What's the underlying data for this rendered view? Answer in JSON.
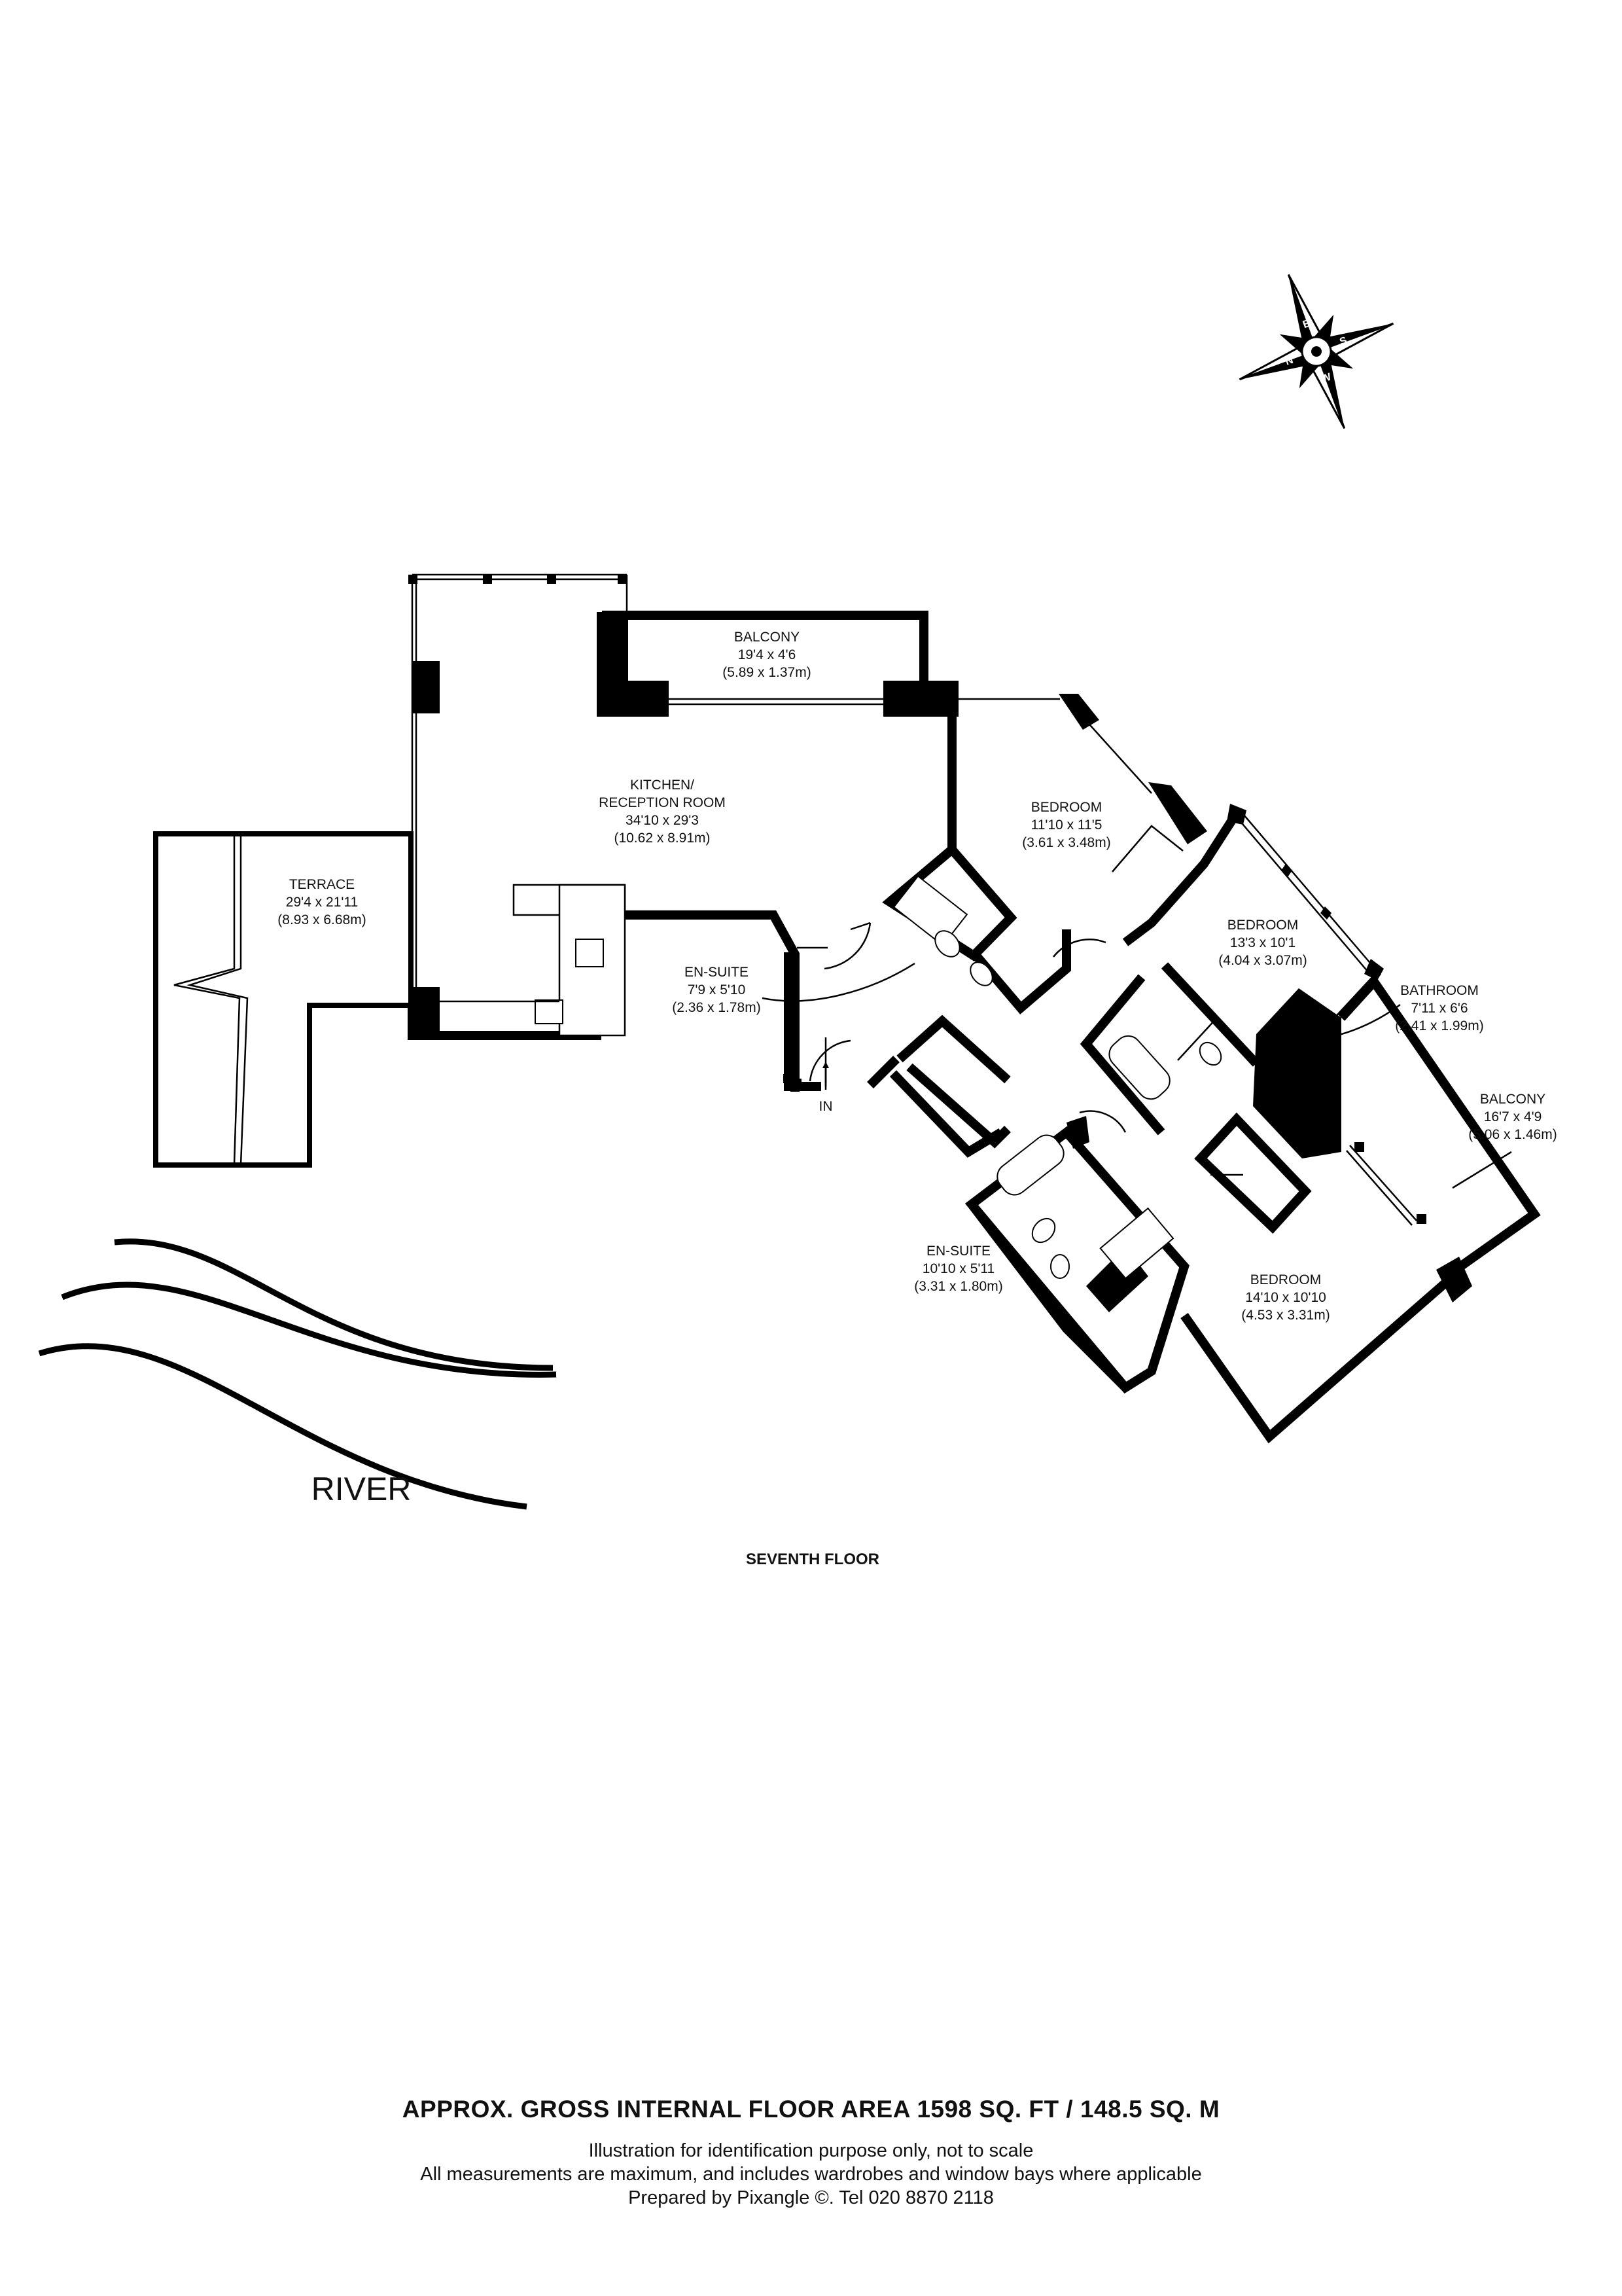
{
  "rooms": {
    "balcony_top": {
      "name": "BALCONY",
      "imperial": "19'4 x 4'6",
      "metric": "(5.89 x 1.37m)"
    },
    "kitchen": {
      "name_line1": "KITCHEN/",
      "name_line2": "RECEPTION ROOM",
      "imperial": "34'10 x 29'3",
      "metric": "(10.62 x 8.91m)"
    },
    "terrace": {
      "name": "TERRACE",
      "imperial": "29'4 x 21'11",
      "metric": "(8.93 x 6.68m)"
    },
    "bedroom_1": {
      "name": "BEDROOM",
      "imperial": "11'10 x 11'5",
      "metric": "(3.61 x 3.48m)"
    },
    "bedroom_2": {
      "name": "BEDROOM",
      "imperial": "13'3 x 10'1",
      "metric": "(4.04 x 3.07m)"
    },
    "bathroom": {
      "name": "BATHROOM",
      "imperial": "7'11 x 6'6",
      "metric": "(2.41 x 1.99m)"
    },
    "balcony_right": {
      "name": "BALCONY",
      "imperial": "16'7 x 4'9",
      "metric": "(5.06 x 1.46m)"
    },
    "en_suite_1": {
      "name": "EN-SUITE",
      "imperial": "7'9 x 5'10",
      "metric": "(2.36 x 1.78m)"
    },
    "en_suite_2": {
      "name": "EN-SUITE",
      "imperial": "10'10 x 5'11",
      "metric": "(3.31 x 1.80m)"
    },
    "bedroom_3": {
      "name": "BEDROOM",
      "imperial": "14'10 x 10'10",
      "metric": "(4.53 x 3.31m)"
    }
  },
  "entrance_label": "IN",
  "river_label": "RIVER",
  "floor_label": "SEVENTH FLOOR",
  "compass": {
    "n": "N",
    "e": "E",
    "s": "S",
    "w": "W"
  },
  "footer": {
    "area": "APPROX. GROSS INTERNAL FLOOR AREA 1598 SQ. FT / 148.5 SQ. M",
    "line1": "Illustration for identification purpose only, not to scale",
    "line2": "All measurements are maximum, and includes wardrobes and window bays where applicable",
    "line3": "Prepared by Pixangle ©. Tel 020 8870 2118"
  },
  "colors": {
    "ink": "#000000",
    "background": "#ffffff"
  }
}
